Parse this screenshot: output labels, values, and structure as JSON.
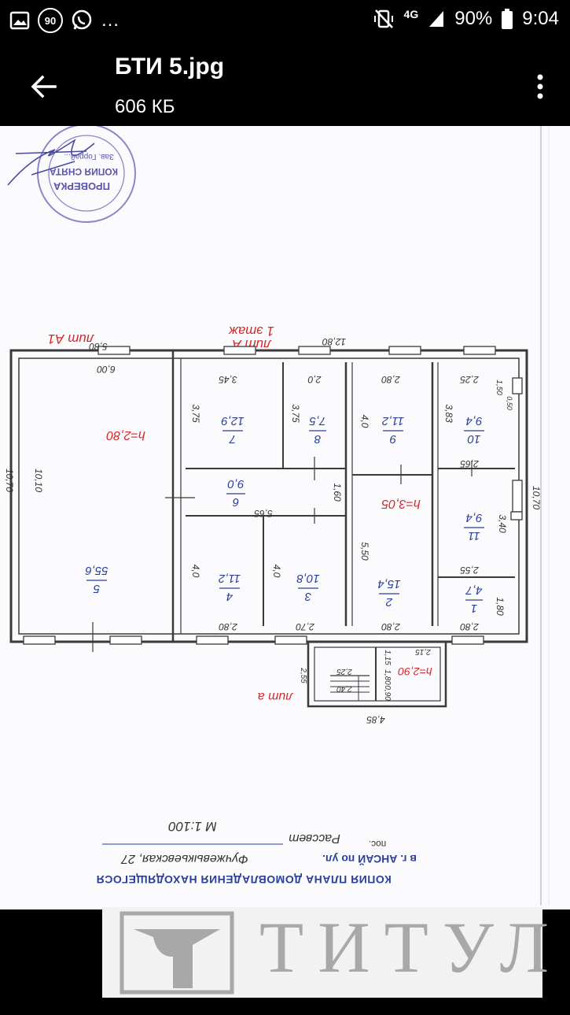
{
  "status_bar": {
    "notif_count": "90",
    "more": "…",
    "network": "4G",
    "battery": "90%",
    "time": "9:04"
  },
  "app_bar": {
    "title": "БТИ 5.jpg",
    "subtitle": "606 КБ"
  },
  "plan": {
    "header_line1": "КОПИЯ ПЛАНА ДОМОВЛАДЕНИЯ НАХОДЯЩЕГОСЯ",
    "header_line2": "в г. АНСАЙ по ул.",
    "street": "Фучжевыкьевская, 27",
    "settlement_label": "пос.",
    "settlement": "Рассвет",
    "scale": "М 1:100",
    "floor_label": "1 этаж",
    "lit_a1": "лит А1",
    "lit_a": "лит А",
    "lit_a_small": "лит а",
    "heights": {
      "h1": "h=2,80",
      "h2": "h=3,05",
      "h3": "h=2,90"
    },
    "dims": {
      "top_total": "12,80",
      "left_top": "5,80",
      "left_inner": "6,00",
      "left_side": "10,10",
      "left_outer": "10,70",
      "right_outer": "10,70",
      "bottom_porch": "4,85",
      "r7_top": "3,45",
      "r7_side": "3,75",
      "r8_top": "2,0",
      "r8_side": "3,75",
      "r9_top": "2,80",
      "r9_side": "4,0",
      "r10_top": "2,25",
      "r10_side": "3,83",
      "r10_a": "1,50",
      "r10_b": "0,50",
      "r10_bottom": "2,65",
      "r6_len": "5,65",
      "r6_side": "1,60",
      "r11_side": "3,40",
      "r11_bottom": "2,55",
      "r4_side": "4,0",
      "r4_bottom": "2,80",
      "r3_side": "4,0",
      "r3_bottom": "2,70",
      "r2_side": "5,50",
      "r2_bottom": "2,80",
      "r1_side": "1,80",
      "r1_bottom": "2,80",
      "p_a": "2,15",
      "p_b": "2,25",
      "p_c": "2,40",
      "p_d": "1,15",
      "p_e": "1,80",
      "p_f": "2,55",
      "p_g": "0,90"
    },
    "rooms": [
      {
        "id": "5",
        "area": "55,6"
      },
      {
        "id": "7",
        "area": "12,9"
      },
      {
        "id": "8",
        "area": "7,5"
      },
      {
        "id": "9",
        "area": "11,2"
      },
      {
        "id": "10",
        "area": "9,4"
      },
      {
        "id": "6",
        "area": "9,0"
      },
      {
        "id": "11",
        "area": "9,4"
      },
      {
        "id": "4",
        "area": "11,2"
      },
      {
        "id": "3",
        "area": "10,8"
      },
      {
        "id": "2",
        "area": "15,4"
      },
      {
        "id": "1",
        "area": "4,7"
      }
    ],
    "stamp_line1": "ПРОВЕРКА",
    "stamp_line2": "КОПИЯ СНЯТА",
    "stamp_line3": "Зав. Горрай..."
  },
  "watermark": {
    "text": "ТИТУЛ"
  },
  "colors": {
    "ink_blue": "#2a3f9a",
    "ink_red": "#d8262b",
    "stamp": "#6a5fb0"
  }
}
